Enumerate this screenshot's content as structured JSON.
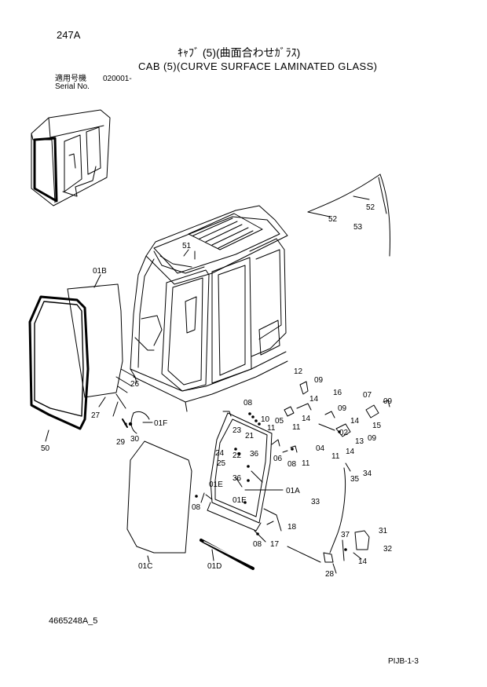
{
  "header": {
    "page_number": "247A",
    "title_jp": "ｷｬﾌﾞ (5)(曲面合わせｶﾞﾗｽ)",
    "title_en": "CAB (5)(CURVE SURFACE LAMINATED GLASS)",
    "serial_label_jp": "適用号機",
    "serial_from": "020001-",
    "serial_label_en": "Serial No."
  },
  "footer": {
    "document_number": "4665248A_5",
    "page_code": "PIJB-1-3"
  },
  "callouts": [
    {
      "id": "c51",
      "text": "51"
    },
    {
      "id": "c52a",
      "text": "52"
    },
    {
      "id": "c52b",
      "text": "52"
    },
    {
      "id": "c53",
      "text": "53"
    },
    {
      "id": "c01B",
      "text": "01B"
    },
    {
      "id": "c26",
      "text": "26"
    },
    {
      "id": "c27",
      "text": "27"
    },
    {
      "id": "c50",
      "text": "50"
    },
    {
      "id": "c01F",
      "text": "01F"
    },
    {
      "id": "c29",
      "text": "29"
    },
    {
      "id": "c30",
      "text": "30"
    },
    {
      "id": "c12",
      "text": "12"
    },
    {
      "id": "c09a",
      "text": "09"
    },
    {
      "id": "c16",
      "text": "16"
    },
    {
      "id": "c07",
      "text": "07"
    },
    {
      "id": "c09b",
      "text": "09"
    },
    {
      "id": "c14a",
      "text": "14"
    },
    {
      "id": "c09c",
      "text": "09"
    },
    {
      "id": "c08a",
      "text": "08"
    },
    {
      "id": "c10",
      "text": "10"
    },
    {
      "id": "c05",
      "text": "05"
    },
    {
      "id": "c11a",
      "text": "11"
    },
    {
      "id": "c14b",
      "text": "14"
    },
    {
      "id": "c11b",
      "text": "11"
    },
    {
      "id": "c14c",
      "text": "14"
    },
    {
      "id": "c15",
      "text": "15"
    },
    {
      "id": "c23",
      "text": "23"
    },
    {
      "id": "c21",
      "text": "21"
    },
    {
      "id": "c02",
      "text": "02"
    },
    {
      "id": "c13",
      "text": "13"
    },
    {
      "id": "c09d",
      "text": "09"
    },
    {
      "id": "c24",
      "text": "24"
    },
    {
      "id": "c22",
      "text": "22"
    },
    {
      "id": "c36a",
      "text": "36"
    },
    {
      "id": "c06",
      "text": "06"
    },
    {
      "id": "c04",
      "text": "04"
    },
    {
      "id": "c14d",
      "text": "14"
    },
    {
      "id": "c25",
      "text": "25"
    },
    {
      "id": "c08b",
      "text": "08"
    },
    {
      "id": "c11c",
      "text": "11"
    },
    {
      "id": "c11d",
      "text": "11"
    },
    {
      "id": "c35",
      "text": "35"
    },
    {
      "id": "c34",
      "text": "34"
    },
    {
      "id": "c36b",
      "text": "36"
    },
    {
      "id": "c01A",
      "text": "01A"
    },
    {
      "id": "c01Ea",
      "text": "01E"
    },
    {
      "id": "c33",
      "text": "33"
    },
    {
      "id": "c08c",
      "text": "08"
    },
    {
      "id": "c01Eb",
      "text": "01E"
    },
    {
      "id": "c18",
      "text": "18"
    },
    {
      "id": "c31",
      "text": "31"
    },
    {
      "id": "c37",
      "text": "37"
    },
    {
      "id": "c08d",
      "text": "08"
    },
    {
      "id": "c17",
      "text": "17"
    },
    {
      "id": "c32",
      "text": "32"
    },
    {
      "id": "c14e",
      "text": "14"
    },
    {
      "id": "c01C",
      "text": "01C"
    },
    {
      "id": "c01D",
      "text": "01D"
    },
    {
      "id": "c28",
      "text": "28"
    }
  ]
}
